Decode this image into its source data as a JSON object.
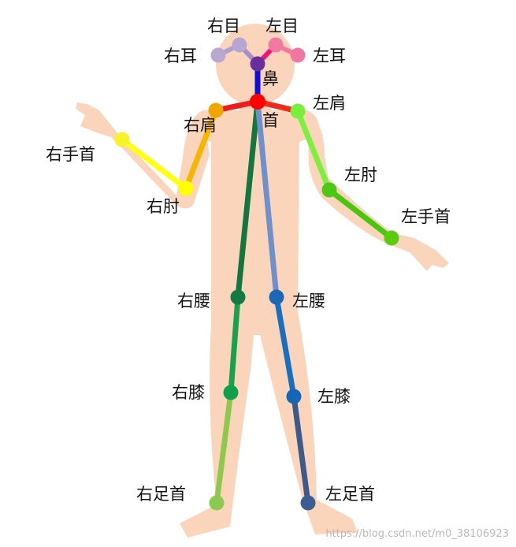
{
  "keypoints": {
    "right_eye": {
      "label": "右目",
      "color": "#b7a7d0"
    },
    "left_eye": {
      "label": "左目",
      "color": "#f17aa1"
    },
    "right_ear": {
      "label": "右耳",
      "color": "#b9a9cf"
    },
    "left_ear": {
      "label": "左耳",
      "color": "#f177a2"
    },
    "nose": {
      "label": "鼻",
      "color": "#6a2ea0"
    },
    "neck": {
      "label": "首",
      "color": "#ff0000"
    },
    "right_shoulder": {
      "label": "右肩",
      "color": "#f0a500"
    },
    "left_shoulder": {
      "label": "左肩",
      "color": "#78ef3a"
    },
    "right_elbow": {
      "label": "右肘",
      "color": "#ffff00"
    },
    "left_elbow": {
      "label": "左肘",
      "color": "#4dc814"
    },
    "right_wrist": {
      "label": "右手首",
      "color": "#f6f32a"
    },
    "left_wrist": {
      "label": "左手首",
      "color": "#59cc10"
    },
    "right_hip": {
      "label": "右腰",
      "color": "#137a43"
    },
    "left_hip": {
      "label": "左腰",
      "color": "#1a68b6"
    },
    "right_knee": {
      "label": "右膝",
      "color": "#0ea04e"
    },
    "left_knee": {
      "label": "左膝",
      "color": "#1666b8"
    },
    "right_ankle": {
      "label": "右足首",
      "color": "#8cc94f"
    },
    "left_ankle": {
      "label": "左足首",
      "color": "#3c5d8f"
    }
  },
  "limb_colors": {
    "nose_neck": "#1010d8",
    "nose_right_eye": "#a690c6",
    "nose_left_eye": "#f0157a",
    "right_eye_right_ear": "#b39fcf",
    "left_eye_left_ear": "#f67aa0",
    "neck_right_shoulder": "#ef1c1c",
    "neck_left_shoulder": "#ef2a1a",
    "right_shoulder_right_elbow": "#f7b400",
    "right_elbow_right_wrist": "#ffff10",
    "left_shoulder_left_elbow": "#7cf03a",
    "left_elbow_left_wrist": "#4bc60f",
    "neck_right_hip": "#13773d",
    "neck_left_hip": "#6f90cc",
    "right_hip_right_knee": "#17a24e",
    "left_hip_left_knee": "#186fbf",
    "right_knee_right_ankle": "#8fc94b",
    "left_knee_left_ankle": "#3c5a8a"
  },
  "body_color": "#fbd5bb",
  "watermark": "https://blog.csdn.net/m0_38106923"
}
